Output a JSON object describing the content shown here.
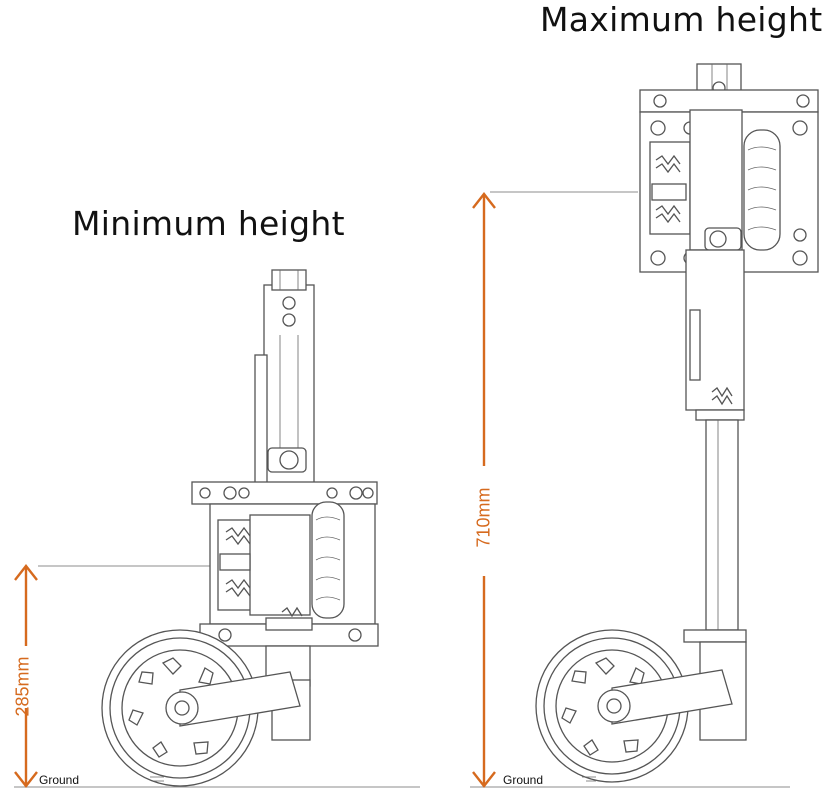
{
  "titles": {
    "minimum": "Minimum height",
    "maximum": "Maximum height"
  },
  "dimensions": {
    "minimum": "285mm",
    "maximum": "710mm"
  },
  "ground_label": "Ground",
  "colors": {
    "dimension": "#d66a1e",
    "line": "#555555"
  }
}
